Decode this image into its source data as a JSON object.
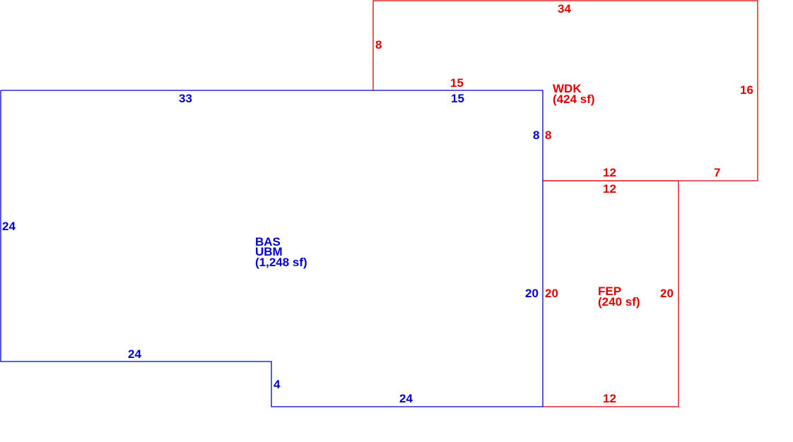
{
  "colors": {
    "main_structure": "#0000cc",
    "additions": "#dd0000",
    "background": "#ffffff"
  },
  "areas": {
    "main": {
      "code1": "BAS",
      "code2": "UBM",
      "area": "(1,248 sf)"
    },
    "deck": {
      "code": "WDK",
      "area": "(424 sf)"
    },
    "porch": {
      "code": "FEP",
      "area": "(240 sf)"
    }
  },
  "dimensions": {
    "main": {
      "top_left": "33",
      "top_right": "15",
      "right_upper": "8",
      "left": "24",
      "right_lower": "20",
      "bottom_left": "24",
      "step": "4",
      "bottom_right": "24"
    },
    "deck": {
      "top": "34",
      "left": "8",
      "bottom_overlap": "15",
      "right": "16",
      "inner_left": "8",
      "bottom_left": "12",
      "bottom_right": "7"
    },
    "porch": {
      "top": "12",
      "left": "20",
      "right": "20",
      "bottom": "12"
    }
  }
}
